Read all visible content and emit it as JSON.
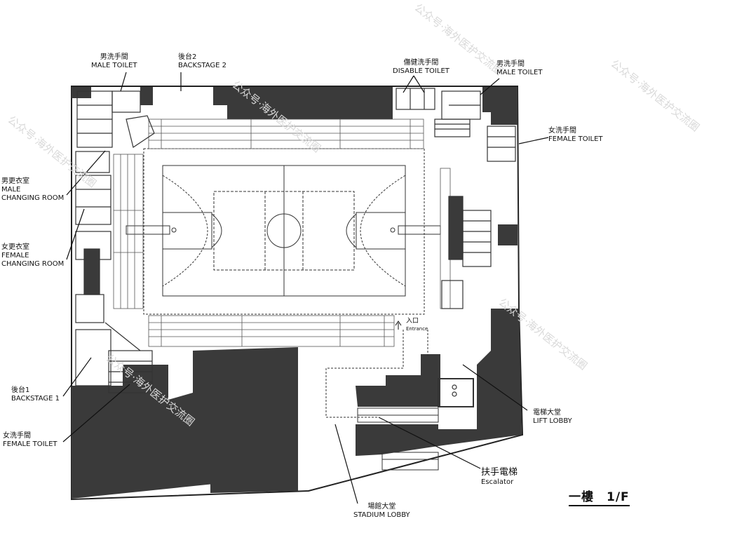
{
  "title": "一樓　1/F",
  "watermark": "公众号·海外医护交流圈",
  "entrance": {
    "cn": "入口",
    "en": "Entrance"
  },
  "labels": {
    "male_toilet_top": {
      "cn": "男洗手間",
      "en": "MALE TOILET"
    },
    "backstage2": {
      "cn": "後台2",
      "en": "BACKSTAGE 2"
    },
    "disable_toilet": {
      "cn": "傷健洗手間",
      "en": "DISABLE TOILET"
    },
    "male_toilet_right": {
      "cn": "男洗手間",
      "en": "MALE TOILET"
    },
    "female_toilet_right": {
      "cn": "女洗手間",
      "en": "FEMALE TOILET"
    },
    "male_changing": {
      "cn": "男更衣室",
      "en1": "MALE",
      "en2": "CHANGING ROOM"
    },
    "female_changing": {
      "cn": "女更衣室",
      "en1": "FEMALE",
      "en2": "CHANGING ROOM"
    },
    "backstage1": {
      "cn": "後台1",
      "en": "BACKSTAGE 1"
    },
    "female_toilet_left": {
      "cn": "女洗手間",
      "en": "FEMALE TOILET"
    },
    "lift_lobby": {
      "cn": "電梯大堂",
      "en": "LIFT LOBBY"
    },
    "escalator": {
      "cn": "扶手電梯",
      "en": "Escalator"
    },
    "stadium_lobby": {
      "cn": "場館大堂",
      "en": "STADIUM LOBBY"
    }
  }
}
